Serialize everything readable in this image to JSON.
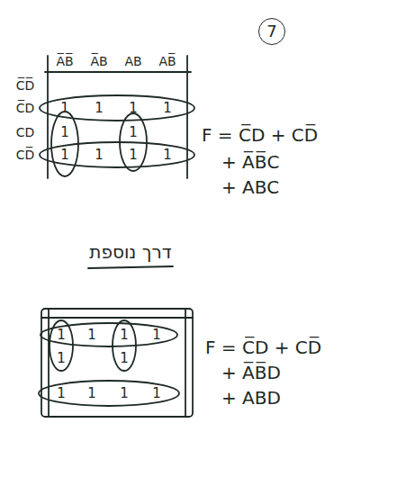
{
  "diagram": {
    "nodes": [
      {
        "text": [
          "7"
        ]
      }
    ],
    "labels": [
      "A̅B̅",
      "A̅B",
      "AB",
      "AB̅",
      "C̅D̅",
      "C̅D",
      "CD",
      "CD̅",
      "1",
      "1",
      "1",
      "1",
      "F = C̅D + CD̅",
      "1",
      "1",
      "+ A̅B̅C",
      "1",
      "1",
      "1",
      "1",
      "+ ABC",
      "דרך נוספת",
      "1",
      "1",
      "1",
      "1",
      "1",
      "1",
      "F = C̅D + CD̅",
      "+ A̅B̅D",
      "1",
      "1",
      "1",
      "1",
      "+ ABD"
    ]
  }
}
